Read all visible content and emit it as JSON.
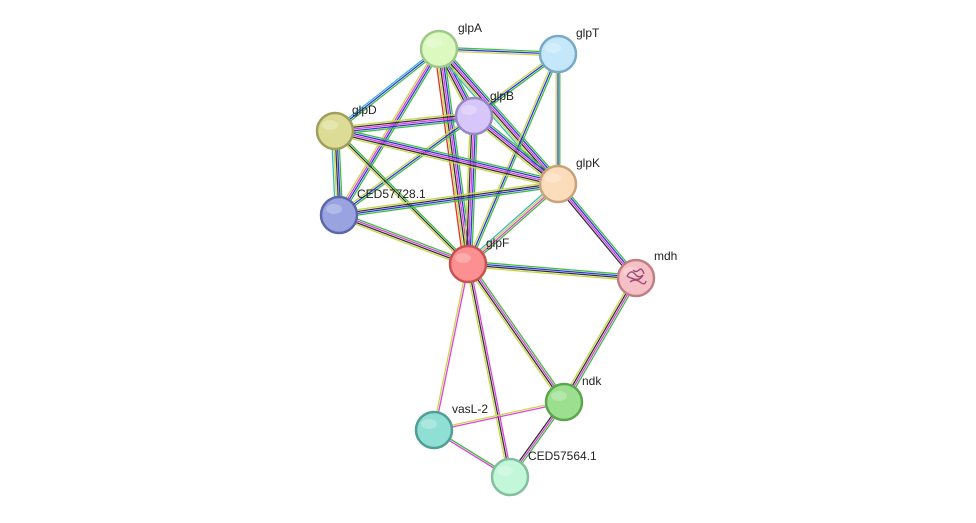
{
  "network": {
    "edge_colors": {
      "green": "#3fbf3f",
      "blue": "#3434e0",
      "magenta": "#e040e0",
      "yellow": "#c8d84a",
      "black": "#333333",
      "cyan": "#3ab8c8",
      "red": "#e03030"
    },
    "nodes": [
      {
        "id": "glpA",
        "label": "glpA",
        "fill": "#dcf9c0",
        "stroke": "#9ec889"
      },
      {
        "id": "glpT",
        "label": "glpT",
        "fill": "#c4e8fa",
        "stroke": "#78a9c6"
      },
      {
        "id": "glpB",
        "label": "glpB",
        "fill": "#d6c6fa",
        "stroke": "#9787c8"
      },
      {
        "id": "glpD",
        "label": "glpD",
        "fill": "#dcdc96",
        "stroke": "#9f9f5b"
      },
      {
        "id": "glpK",
        "label": "glpK",
        "fill": "#fbdcbb",
        "stroke": "#c8a27b"
      },
      {
        "id": "CED57728.1",
        "label": "CED57728.1",
        "fill": "#99a3e0",
        "stroke": "#5b67a8"
      },
      {
        "id": "glpF",
        "label": "glpF",
        "fill": "#fc8f8f",
        "stroke": "#c65252"
      },
      {
        "id": "mdh",
        "label": "mdh",
        "fill": "#f6c1c6",
        "stroke": "#c07f85",
        "structure": true
      },
      {
        "id": "ndk",
        "label": "ndk",
        "fill": "#9bdf8f",
        "stroke": "#5aa64e"
      },
      {
        "id": "vasL-2",
        "label": "vasL-2",
        "fill": "#8fdfd4",
        "stroke": "#4f9f95"
      },
      {
        "id": "CED57564.1",
        "label": "CED57564.1",
        "fill": "#c2f7d9",
        "stroke": "#82bf9c"
      }
    ],
    "edges": [
      {
        "s": "glpA",
        "t": "glpT",
        "colors": [
          "green",
          "blue",
          "yellow"
        ]
      },
      {
        "s": "glpA",
        "t": "glpB",
        "colors": [
          "green",
          "blue",
          "magenta",
          "black",
          "yellow"
        ]
      },
      {
        "s": "glpA",
        "t": "glpD",
        "colors": [
          "green",
          "blue",
          "cyan"
        ]
      },
      {
        "s": "glpA",
        "t": "glpK",
        "colors": [
          "green",
          "blue",
          "magenta",
          "black",
          "yellow",
          "cyan"
        ]
      },
      {
        "s": "glpA",
        "t": "CED57728.1",
        "colors": [
          "green",
          "blue",
          "magenta",
          "yellow"
        ]
      },
      {
        "s": "glpA",
        "t": "glpF",
        "colors": [
          "green",
          "blue",
          "magenta",
          "black",
          "yellow",
          "red"
        ]
      },
      {
        "s": "glpT",
        "t": "glpB",
        "colors": [
          "green",
          "blue",
          "yellow"
        ]
      },
      {
        "s": "glpT",
        "t": "glpK",
        "colors": [
          "green",
          "blue",
          "yellow"
        ]
      },
      {
        "s": "glpT",
        "t": "glpF",
        "colors": [
          "green",
          "blue",
          "yellow"
        ]
      },
      {
        "s": "glpB",
        "t": "glpD",
        "colors": [
          "green",
          "blue",
          "magenta",
          "black",
          "yellow"
        ]
      },
      {
        "s": "glpB",
        "t": "glpK",
        "colors": [
          "green",
          "blue",
          "magenta",
          "black",
          "yellow"
        ]
      },
      {
        "s": "glpB",
        "t": "CED57728.1",
        "colors": [
          "green",
          "blue",
          "yellow"
        ]
      },
      {
        "s": "glpB",
        "t": "glpF",
        "colors": [
          "green",
          "blue",
          "magenta",
          "black",
          "yellow"
        ]
      },
      {
        "s": "glpD",
        "t": "glpK",
        "colors": [
          "green",
          "blue",
          "magenta",
          "black",
          "yellow"
        ]
      },
      {
        "s": "glpD",
        "t": "CED57728.1",
        "colors": [
          "green",
          "blue",
          "black",
          "yellow",
          "cyan"
        ]
      },
      {
        "s": "glpD",
        "t": "glpF",
        "colors": [
          "green",
          "black",
          "yellow"
        ]
      },
      {
        "s": "glpK",
        "t": "CED57728.1",
        "colors": [
          "green",
          "blue",
          "black",
          "yellow"
        ]
      },
      {
        "s": "glpK",
        "t": "glpF",
        "colors": [
          "green",
          "magenta",
          "yellow",
          "cyan"
        ]
      },
      {
        "s": "glpK",
        "t": "mdh",
        "colors": [
          "green",
          "blue",
          "magenta",
          "black"
        ]
      },
      {
        "s": "CED57728.1",
        "t": "glpF",
        "colors": [
          "green",
          "magenta",
          "black",
          "yellow"
        ]
      },
      {
        "s": "glpF",
        "t": "mdh",
        "colors": [
          "green",
          "blue",
          "black",
          "yellow"
        ]
      },
      {
        "s": "glpF",
        "t": "ndk",
        "colors": [
          "green",
          "magenta",
          "black",
          "yellow"
        ]
      },
      {
        "s": "glpF",
        "t": "vasL-2",
        "colors": [
          "magenta",
          "yellow"
        ]
      },
      {
        "s": "glpF",
        "t": "CED57564.1",
        "colors": [
          "magenta",
          "black",
          "yellow"
        ]
      },
      {
        "s": "mdh",
        "t": "ndk",
        "colors": [
          "green",
          "magenta",
          "black",
          "yellow"
        ]
      },
      {
        "s": "ndk",
        "t": "vasL-2",
        "colors": [
          "magenta",
          "yellow"
        ]
      },
      {
        "s": "ndk",
        "t": "CED57564.1",
        "colors": [
          "green",
          "magenta",
          "black"
        ]
      },
      {
        "s": "vasL-2",
        "t": "CED57564.1",
        "colors": [
          "green",
          "magenta"
        ]
      }
    ]
  }
}
